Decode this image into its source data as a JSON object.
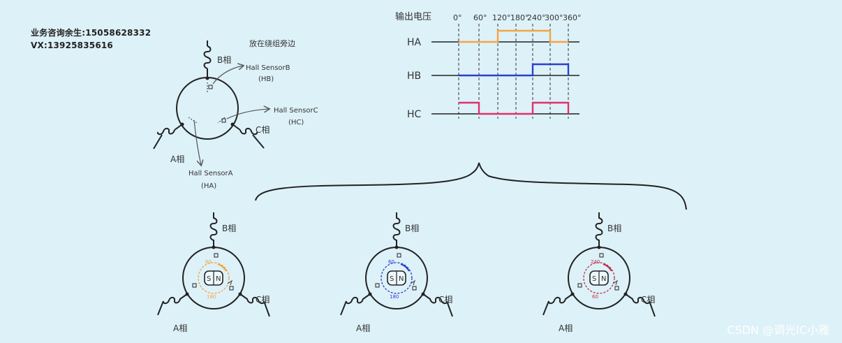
{
  "contact": {
    "line1": "业务咨询余生:15058628332",
    "line2": "VX:13925835616"
  },
  "watermark": "CSDN @调光IC小雅",
  "motor_top": {
    "phase_a": "A相",
    "phase_b": "B相",
    "phase_c": "C相",
    "placement_note": "放在绕组旁边",
    "sensor_b": {
      "name": "Hall SensorB",
      "abbr": "(HB)"
    },
    "sensor_c": {
      "name": "Hall SensorC",
      "abbr": "(HC)"
    },
    "sensor_a": {
      "name": "Hall SensorA",
      "abbr": "(HA)"
    }
  },
  "timing": {
    "ylabel": "输出电压",
    "angles": [
      "0°",
      "60°",
      "120°",
      "180°",
      "240°",
      "300°",
      "360°"
    ],
    "signals": [
      {
        "name": "HA",
        "levels": [
          0,
          0,
          1,
          1,
          1,
          0
        ],
        "color": "#f5a442"
      },
      {
        "name": "HB",
        "levels": [
          0,
          0,
          0,
          0,
          1,
          1
        ],
        "color": "#2b3fd0"
      },
      {
        "name": "HC",
        "levels": [
          1,
          0,
          0,
          0,
          1,
          1
        ],
        "color": "#e0306a"
      }
    ]
  },
  "small_motors": [
    {
      "phase_a": "A相",
      "phase_b": "B相",
      "phase_c": "C相",
      "rotor_s": "S",
      "rotor_n": "N",
      "angle_top": "60",
      "angle_bottom": "180",
      "color": "#f5a442"
    },
    {
      "phase_a": "A相",
      "phase_b": "B相",
      "phase_c": "C相",
      "rotor_s": "S",
      "rotor_n": "N",
      "angle_top": "60",
      "angle_bottom": "180",
      "color": "#2b3fd0"
    },
    {
      "phase_a": "A相",
      "phase_b": "B相",
      "phase_c": "C相",
      "rotor_s": "S",
      "rotor_n": "N",
      "angle_top": "240",
      "angle_bottom": "60",
      "color": "#c0304a"
    }
  ]
}
